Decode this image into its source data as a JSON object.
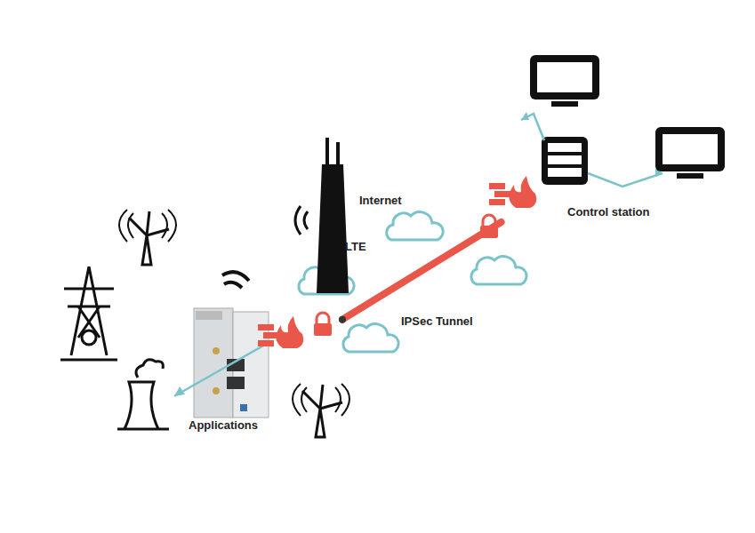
{
  "diagram": {
    "nodes": [
      {
        "text": [
          "Applications"
        ]
      },
      {
        "text": [
          "Control station"
        ]
      }
    ],
    "edges": [
      {
        "from": 0,
        "to": 1,
        "arrow": "none"
      }
    ],
    "labels": [
      "Internet",
      "LTE",
      "IPSec Tunnel"
    ]
  }
}
